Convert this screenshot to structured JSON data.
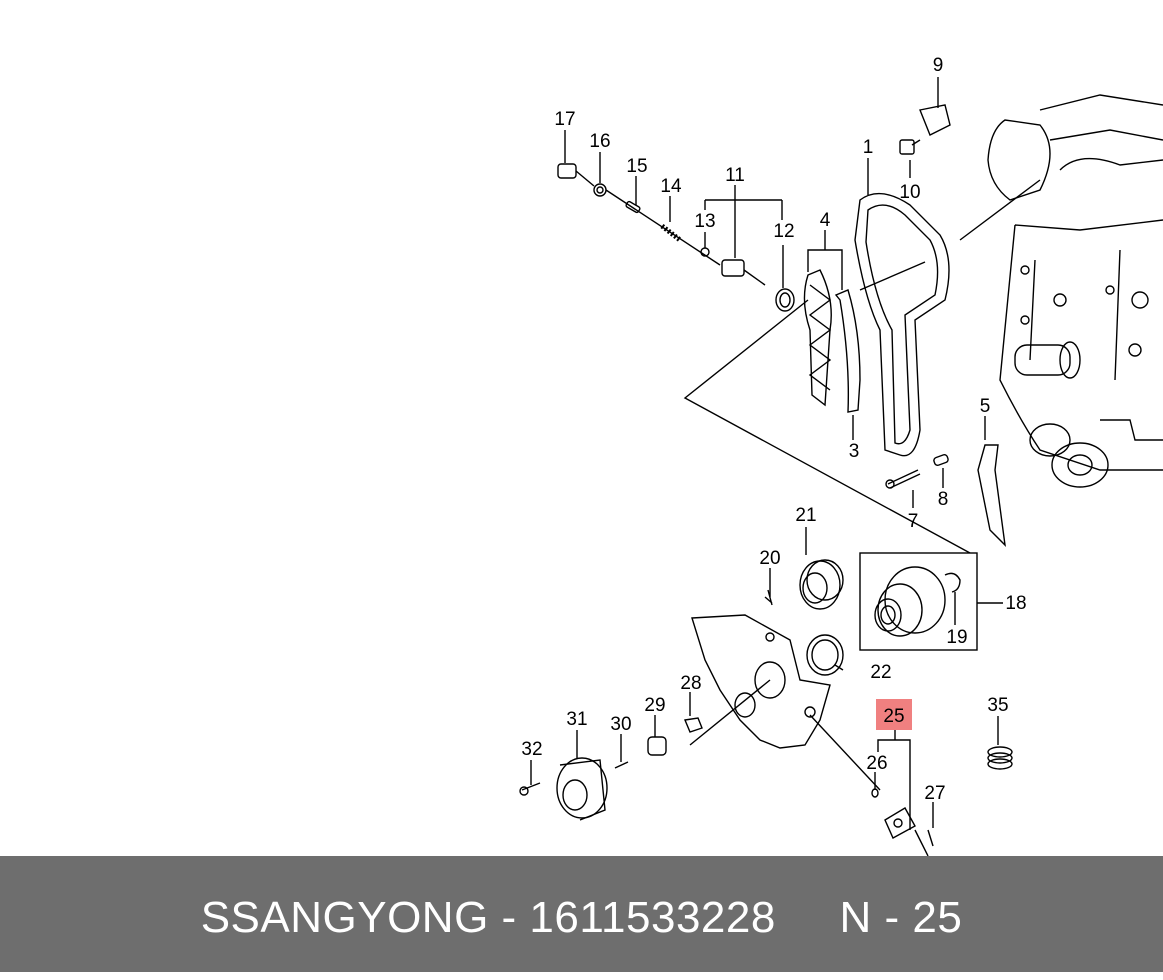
{
  "callouts": [
    {
      "id": "label-1",
      "text": "1"
    },
    {
      "id": "label-3",
      "text": "3"
    },
    {
      "id": "label-4",
      "text": "4"
    },
    {
      "id": "label-5",
      "text": "5"
    },
    {
      "id": "label-7",
      "text": "7"
    },
    {
      "id": "label-8",
      "text": "8"
    },
    {
      "id": "label-9",
      "text": "9"
    },
    {
      "id": "label-10",
      "text": "10"
    },
    {
      "id": "label-11",
      "text": "11"
    },
    {
      "id": "label-12",
      "text": "12"
    },
    {
      "id": "label-13",
      "text": "13"
    },
    {
      "id": "label-14",
      "text": "14"
    },
    {
      "id": "label-15",
      "text": "15"
    },
    {
      "id": "label-16",
      "text": "16"
    },
    {
      "id": "label-17",
      "text": "17"
    },
    {
      "id": "label-18",
      "text": "18"
    },
    {
      "id": "label-19",
      "text": "19"
    },
    {
      "id": "label-20",
      "text": "20"
    },
    {
      "id": "label-21",
      "text": "21"
    },
    {
      "id": "label-22",
      "text": "22"
    },
    {
      "id": "label-25",
      "text": "25",
      "highlight": true
    },
    {
      "id": "label-26",
      "text": "26"
    },
    {
      "id": "label-27",
      "text": "27"
    },
    {
      "id": "label-28",
      "text": "28"
    },
    {
      "id": "label-29",
      "text": "29"
    },
    {
      "id": "label-30",
      "text": "30"
    },
    {
      "id": "label-31",
      "text": "31"
    },
    {
      "id": "label-32",
      "text": "32"
    },
    {
      "id": "label-35",
      "text": "35"
    }
  ],
  "highlight_color": "#f08080",
  "footer": {
    "text": "SSANGYONG - 1611533228     N - 25",
    "background": "#6e6e6e"
  }
}
